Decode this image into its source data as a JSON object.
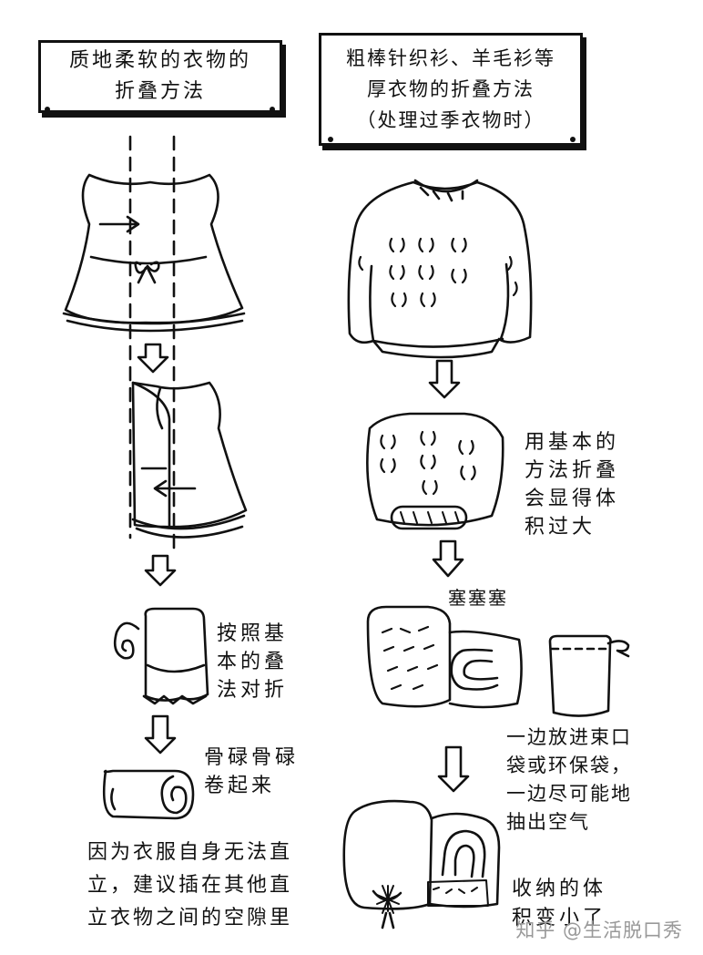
{
  "left": {
    "title_lines": [
      "质地柔软的衣物的",
      "折叠方法"
    ],
    "step3_note": [
      "按照基",
      "本的叠",
      "法对折"
    ],
    "step4_note": [
      "骨碌骨碌",
      "卷起来"
    ],
    "bottom_note": [
      "因为衣服自身无法直",
      "立，建议插在其他直",
      "立衣物之间的空隙里"
    ]
  },
  "right": {
    "title_lines": [
      "粗棒针织衫、羊毛衫等",
      "厚衣物的折叠方法",
      "（处理过季衣物时）"
    ],
    "step2_note": [
      "用基本的",
      "方法折叠",
      "会显得体",
      "积过大"
    ],
    "stuff_label": "塞塞塞",
    "bag_note": [
      "一边放进束口",
      "袋或环保袋，",
      "一边尽可能地",
      "抽出空气"
    ],
    "final_note": [
      "收纳的体",
      "积变小了"
    ]
  },
  "watermark": "知乎 @生活脱口秀"
}
